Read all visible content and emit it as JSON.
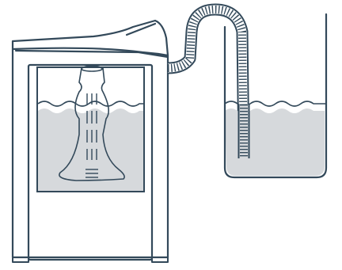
{
  "colors": {
    "line": "#33495a",
    "water": "#d6d9dc",
    "background": "#ffffff"
  },
  "objects": {
    "washer": "top-loading-washing-machine",
    "agitator": "center-post-agitator",
    "hose": "corrugated-drain-hose",
    "tub": "water-tub"
  },
  "icons": [
    "washing-machine-icon",
    "drain-hose-icon",
    "tub-icon",
    "water-wave-icon"
  ]
}
